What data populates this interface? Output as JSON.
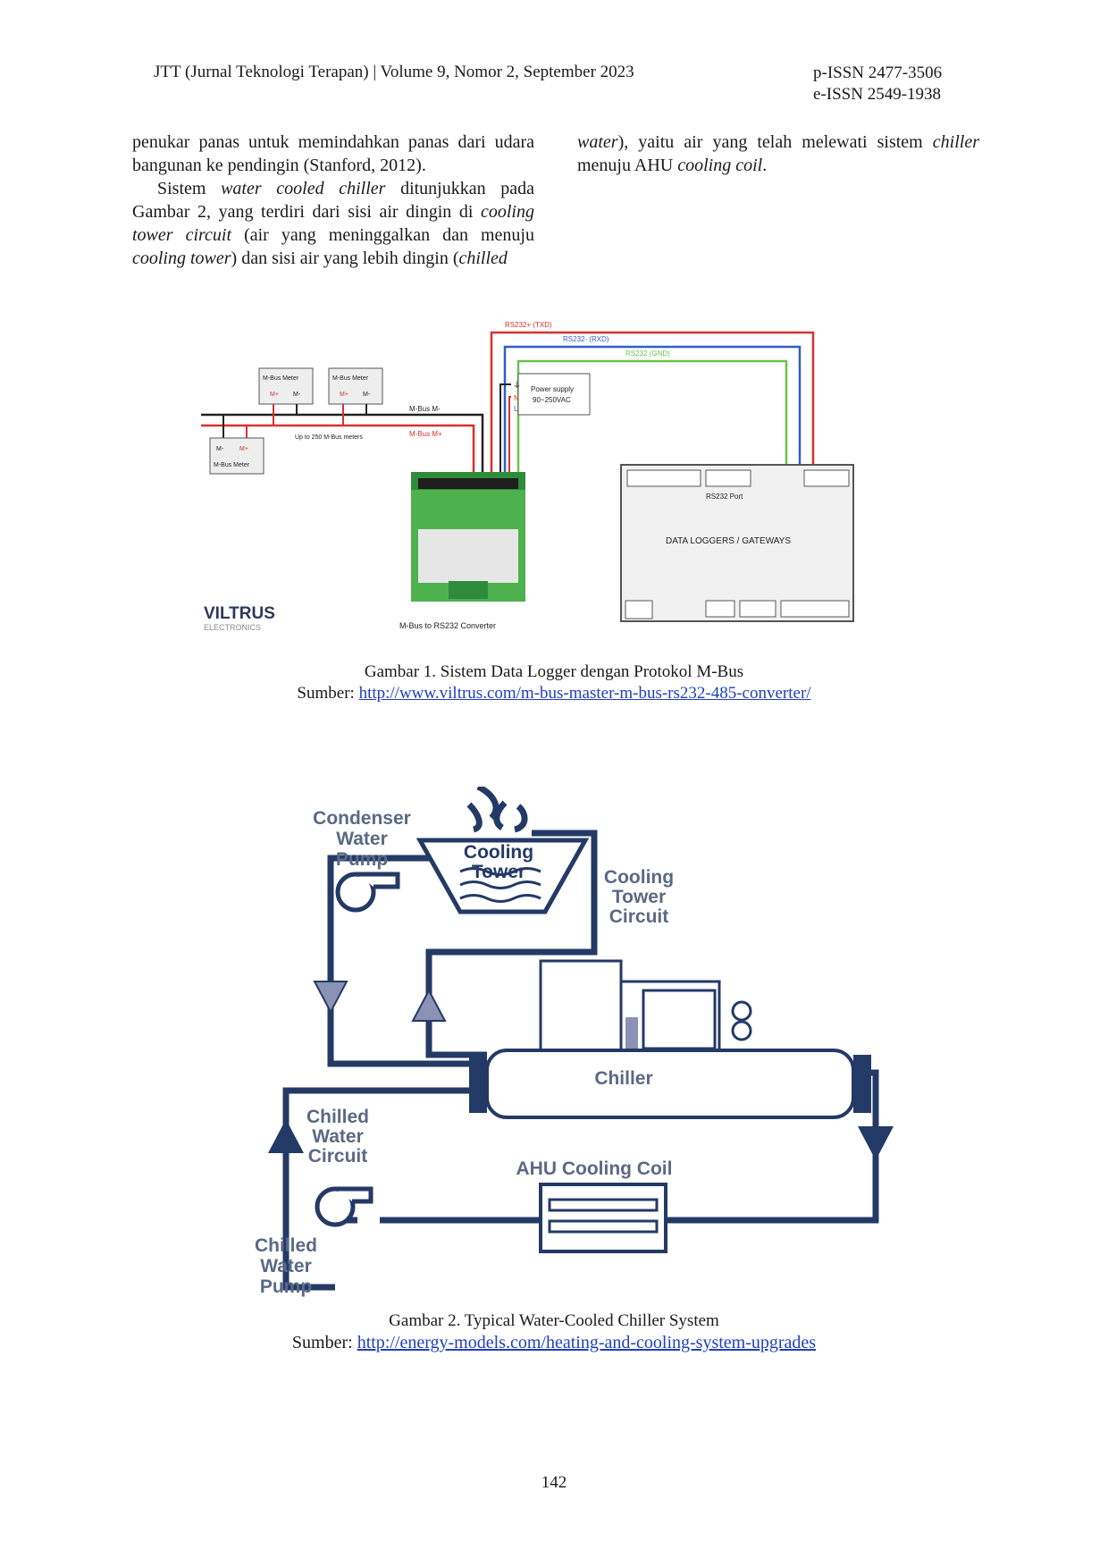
{
  "header": {
    "journal": "JTT (Jurnal Teknologi Terapan) | Volume 9, Nomor 2, September 2023",
    "pissn": "p-ISSN 2477-3506",
    "eissn": "e-ISSN 2549-1938"
  },
  "body": {
    "left_p1": "penukar panas untuk memindahkan panas dari udara bangunan ke pendingin (Stanford, 2012).",
    "left_p2_a": "Sistem ",
    "left_p2_b": "water cooled chiller",
    "left_p2_c": " ditunjukkan pada Gambar 2, yang terdiri dari sisi air dingin di ",
    "left_p2_d": "cooling tower circuit",
    "left_p2_e": " (air yang meninggalkan dan menuju ",
    "left_p2_f": "cooling tower",
    "left_p2_g": ") dan sisi air yang lebih dingin (",
    "left_p2_h": "chilled",
    "right_p1_a": "water",
    "right_p1_b": "), yaitu air yang telah melewati sistem ",
    "right_p1_c": "chiller",
    "right_p1_d": " menuju AHU ",
    "right_p1_e": "cooling coil",
    "right_p1_f": "."
  },
  "figure1": {
    "rs232_txd": "RS232+ (TXD)",
    "rs232_rxd": "RS232- (RXD)",
    "rs232_gnd": "RS232 (GND)",
    "meter_label": "M-Bus Meter",
    "m_plus": "M+",
    "m_minus": "M-",
    "mbus_minus": "M-Bus M-",
    "mbus_plus": "M-Bus M+",
    "up_to": "Up to 250 M-Bus meters",
    "power_supply": "Power supply",
    "power_range": "90~250VAC",
    "pe": "⏚",
    "n": "N",
    "l": "L",
    "rs232_port": "RS232 Port",
    "gateway_label": "DATA LOGGERS / GATEWAYS",
    "logo": "VILTRUS",
    "logo_sub": "ELECTRONICS",
    "converter_label": "M-Bus to RS232 Converter",
    "caption": "Gambar 1. Sistem Data Logger dengan Protokol M-Bus",
    "source_prefix": "Sumber: ",
    "source_link": "http://www.viltrus.com/m-bus-master-m-bus-rs232-485-converter/"
  },
  "figure2": {
    "condenser_pump_1": "Condenser",
    "condenser_pump_2": "Water",
    "condenser_pump_3": "Pump",
    "cooling_tower_1": "Cooling",
    "cooling_tower_2": "Tower",
    "ct_circuit_1": "Cooling",
    "ct_circuit_2": "Tower",
    "ct_circuit_3": "Circuit",
    "chiller": "Chiller",
    "cw_circuit_1": "Chilled",
    "cw_circuit_2": "Water",
    "cw_circuit_3": "Circuit",
    "ahu": "AHU Cooling Coil",
    "cw_pump_1": "Chilled",
    "cw_pump_2": "Water",
    "cw_pump_3": "Pump",
    "caption": "Gambar 2. Typical Water-Cooled Chiller System",
    "source_prefix": "Sumber: ",
    "source_link": "http://energy-models.com/heating-and-cooling-system-upgrades"
  },
  "page_number": "142"
}
